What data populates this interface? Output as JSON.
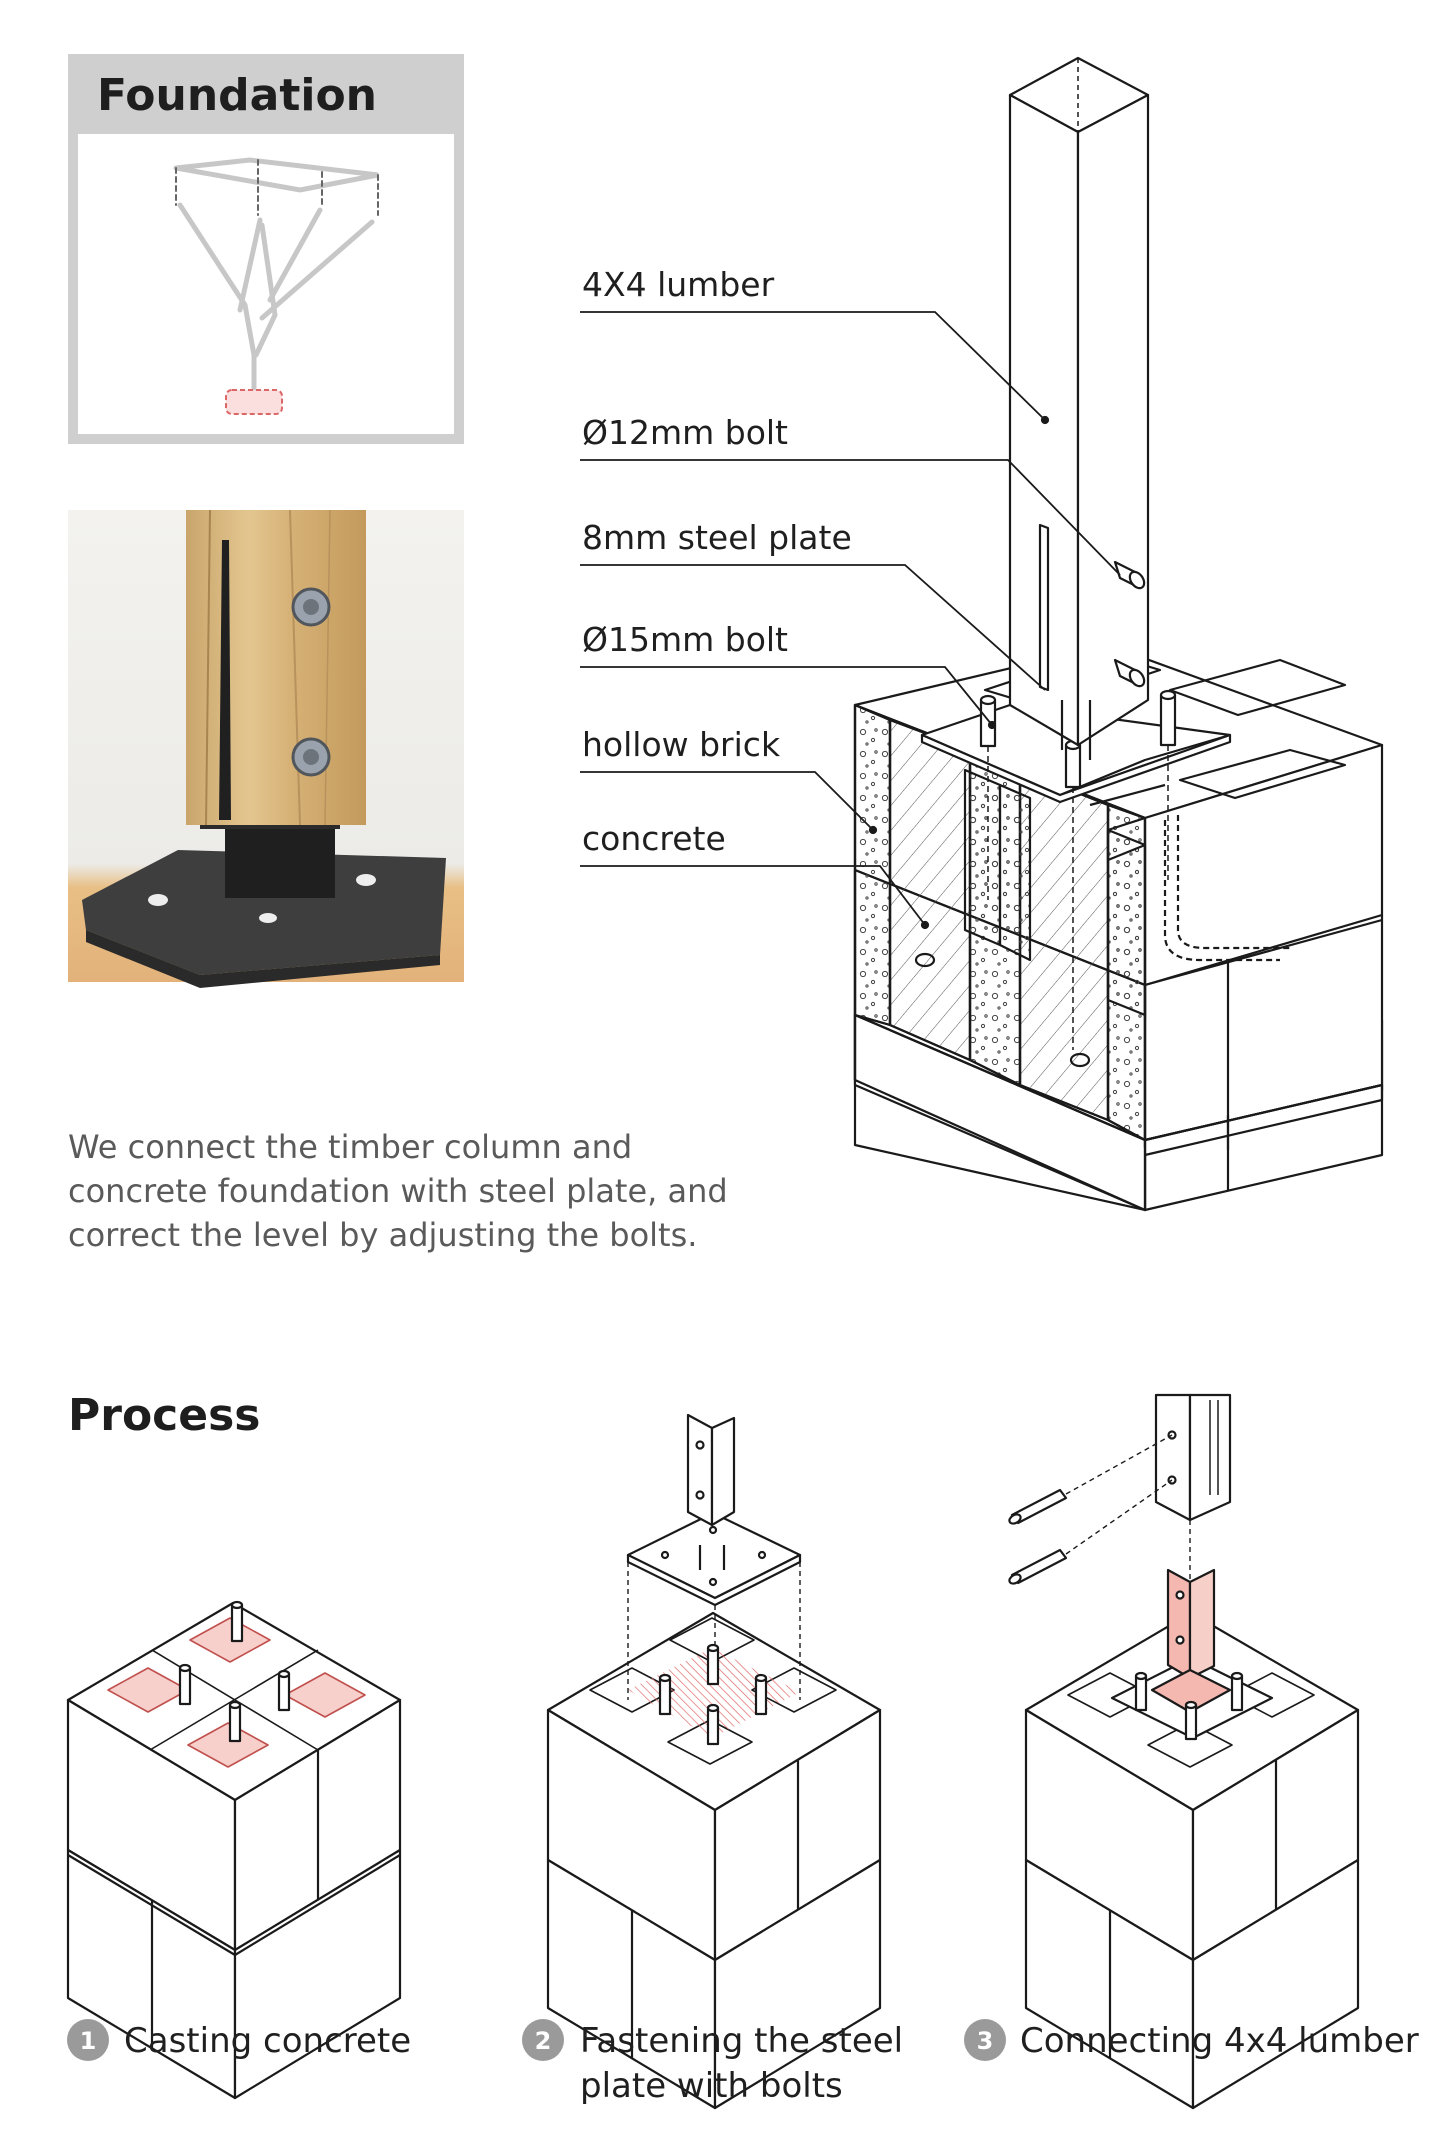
{
  "foundation": {
    "title": "Foundation",
    "description": [
      "We connect the timber column and",
      "concrete foundation with steel plate, and",
      "correct the level by adjusting the bolts."
    ]
  },
  "callouts": [
    {
      "id": "lumber",
      "label": "4X4 lumber"
    },
    {
      "id": "bolt12",
      "label": "Ø12mm bolt"
    },
    {
      "id": "plate",
      "label": "8mm steel plate"
    },
    {
      "id": "bolt15",
      "label": "Ø15mm bolt"
    },
    {
      "id": "brick",
      "label": "hollow brick"
    },
    {
      "id": "concrete",
      "label": "concrete"
    }
  ],
  "process": {
    "title": "Process",
    "steps": [
      {
        "number": "1",
        "lines": [
          "Casting concrete"
        ]
      },
      {
        "number": "2",
        "lines": [
          "Fastening the steel",
          "plate with bolts"
        ]
      },
      {
        "number": "3",
        "lines": [
          "Connecting 4x4 lumber"
        ]
      }
    ]
  },
  "colors": {
    "highlight": "#f7d0cc",
    "highlight_line": "#d96b6b",
    "frame_gray": "#cfcfcf",
    "badge_gray": "#9a9a9a"
  }
}
